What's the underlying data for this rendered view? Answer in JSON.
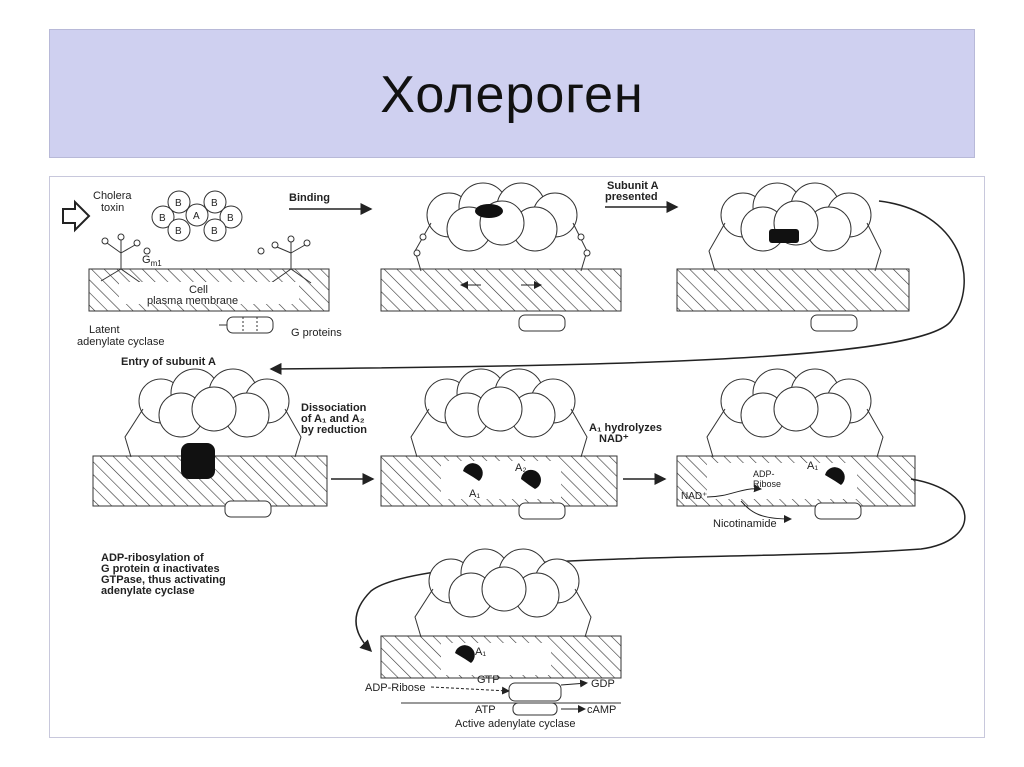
{
  "title": "Холероген",
  "labels": {
    "cholera_toxin": [
      "Cholera",
      "toxin"
    ],
    "subunit_b": "B",
    "subunit_a": "A",
    "gm1": "G",
    "gm1_sub": "m1",
    "cell_membrane": [
      "Cell",
      "plasma membrane"
    ],
    "latent_cyclase": [
      "Latent",
      "adenylate cyclase"
    ],
    "g_proteins": "G proteins",
    "binding": "Binding",
    "subunit_a_presented": [
      "Subunit A",
      "presented"
    ],
    "entry_of_subunit_a": "Entry of subunit A",
    "dissociation": [
      "Dissociation",
      "of A₁ and A₂",
      "by reduction"
    ],
    "a1_hydrolyzes": [
      "A₁ hydrolyzes",
      "NAD⁺"
    ],
    "a1": "A₁",
    "a2": "A₂",
    "nad": "NAD⁺",
    "adp_ribose": [
      "ADP-",
      "Ribose"
    ],
    "nicotinamide": "Nicotinamide",
    "adp_ribosylation": [
      "ADP-ribosylation of",
      "G protein α inactivates",
      "GTPase, thus activating",
      "adenylate cyclase"
    ],
    "adp_ribose_line": "ADP-Ribose",
    "gtp": "GTP",
    "gdp": "GDP",
    "atp": "ATP",
    "camp": "cAMP",
    "active_cyclase": "Active adenylate cyclase"
  }
}
